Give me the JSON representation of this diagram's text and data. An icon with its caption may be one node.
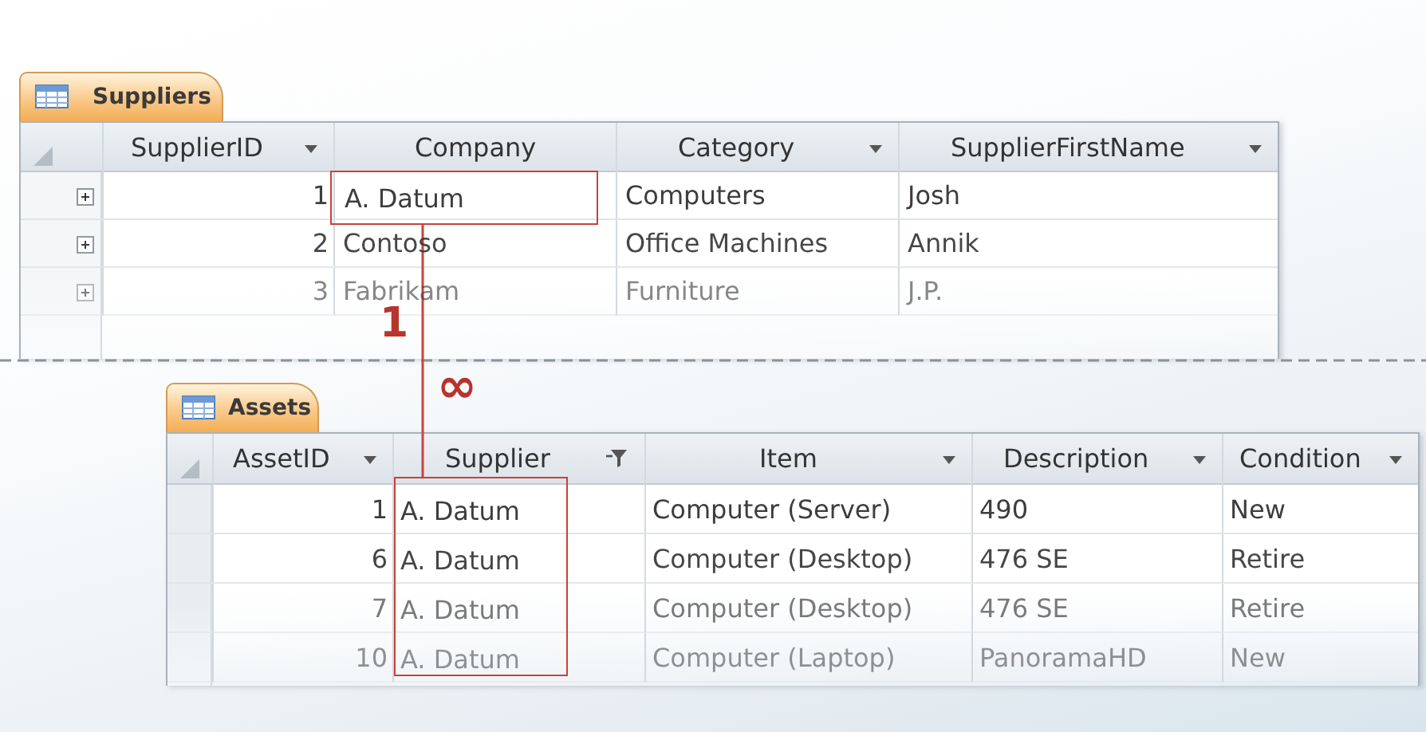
{
  "diagram": {
    "nodes": [
      {
        "text": [
          "Suppliers",
          "SupplierID",
          "Company",
          "Category",
          "SupplierFirstName",
          "1",
          "Computers",
          "Josh",
          "2",
          "Contoso",
          "Office Machines",
          "Annik",
          "3",
          "Fabrikam",
          "Furniture",
          "J.P."
        ]
      },
      {
        "text": [
          "A. Datum"
        ],
        "in": 0
      },
      {
        "text": [
          "Assets",
          "AssetID",
          "Supplier",
          "Item",
          "Description",
          "Condition",
          "1",
          "Computer (Server)",
          "490",
          "New",
          "6",
          "Computer (Desktop)",
          "476 SE",
          "Retire",
          "7",
          "Computer (Desktop)",
          "476 SE",
          "Retire",
          "10",
          "Computer (Laptop)",
          "PanoramaHD",
          "New"
        ]
      },
      {
        "text": [
          "A. Datum",
          "A. Datum",
          "A. Datum",
          "A. Datum"
        ],
        "in": 2
      }
    ],
    "edges": [
      {
        "from": 1,
        "to": 3,
        "arrow": "none"
      }
    ],
    "labels": [
      "1",
      "∞"
    ]
  }
}
